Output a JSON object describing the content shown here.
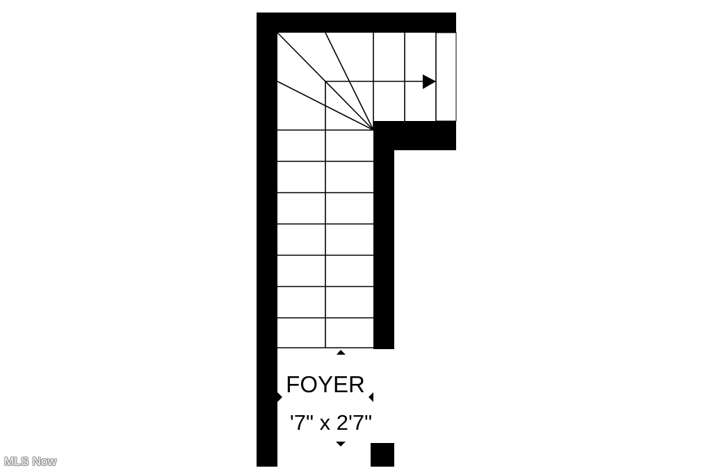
{
  "floor_plan": {
    "room": {
      "name": "FOYER",
      "dimensions": "'7\" x 2'7\""
    },
    "stair_direction": "up",
    "stair_turn": "right",
    "colors": {
      "wall": "#000000",
      "background": "#ffffff",
      "line": "#000000"
    }
  },
  "watermark": {
    "text": "MLS Now"
  }
}
